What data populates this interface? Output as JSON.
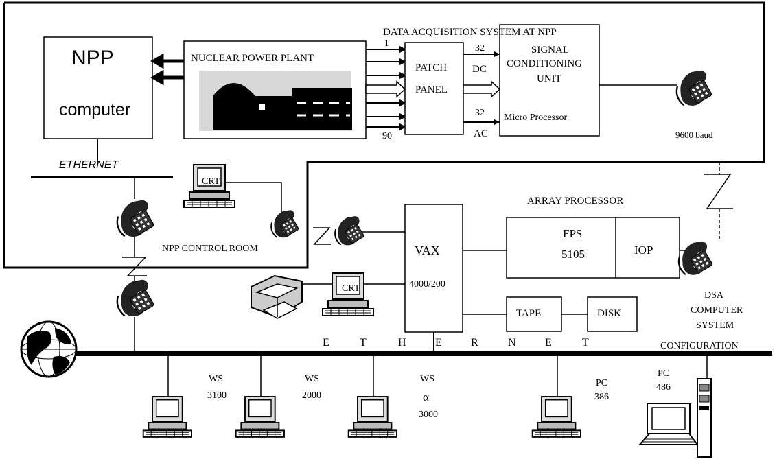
{
  "npp": {
    "title": "DATA ACQUISITION SYSTEM AT NPP",
    "computer_line1": "NPP",
    "computer_line2": "computer",
    "ethernet": "ETHERNET",
    "plant": "NUCLEAR POWER PLANT",
    "signal_first": "1",
    "signal_last": "90",
    "patch_line1": "PATCH",
    "patch_line2": "PANEL",
    "dc_count": "32",
    "dc": "DC",
    "ac_count": "32",
    "ac": "AC",
    "scu_line1": "SIGNAL",
    "scu_line2": "CONDITIONING",
    "scu_line3": "UNIT",
    "scu_line4": "Micro Processor",
    "baud": "9600 baud",
    "crt": "CRT",
    "control_room": "NPP CONTROL ROOM"
  },
  "dsa": {
    "array_processor": "ARRAY PROCESSOR",
    "fps_line1": "FPS",
    "fps_line2": "5105",
    "iop": "IOP",
    "vax_line1": "VAX",
    "vax_line2": "4000/200",
    "crt": "CRT",
    "tape": "TAPE",
    "disk": "DISK",
    "config_line1": "DSA",
    "config_line2": "COMPUTER",
    "config_line3": "SYSTEM",
    "config_line4": "CONFIGURATION"
  },
  "network": {
    "ethernet_letters": [
      "E",
      "T",
      "H",
      "E",
      "R",
      "N",
      "E",
      "T"
    ],
    "workstations": [
      {
        "line1": "WS",
        "line2": "3100",
        "line3": ""
      },
      {
        "line1": "WS",
        "line2": "2000",
        "line3": ""
      },
      {
        "line1": "WS",
        "line2": "α",
        "line3": "3000"
      },
      {
        "line1": "PC",
        "line2": "386",
        "line3": ""
      },
      {
        "line1": "PC",
        "line2": "486",
        "line3": ""
      }
    ]
  }
}
